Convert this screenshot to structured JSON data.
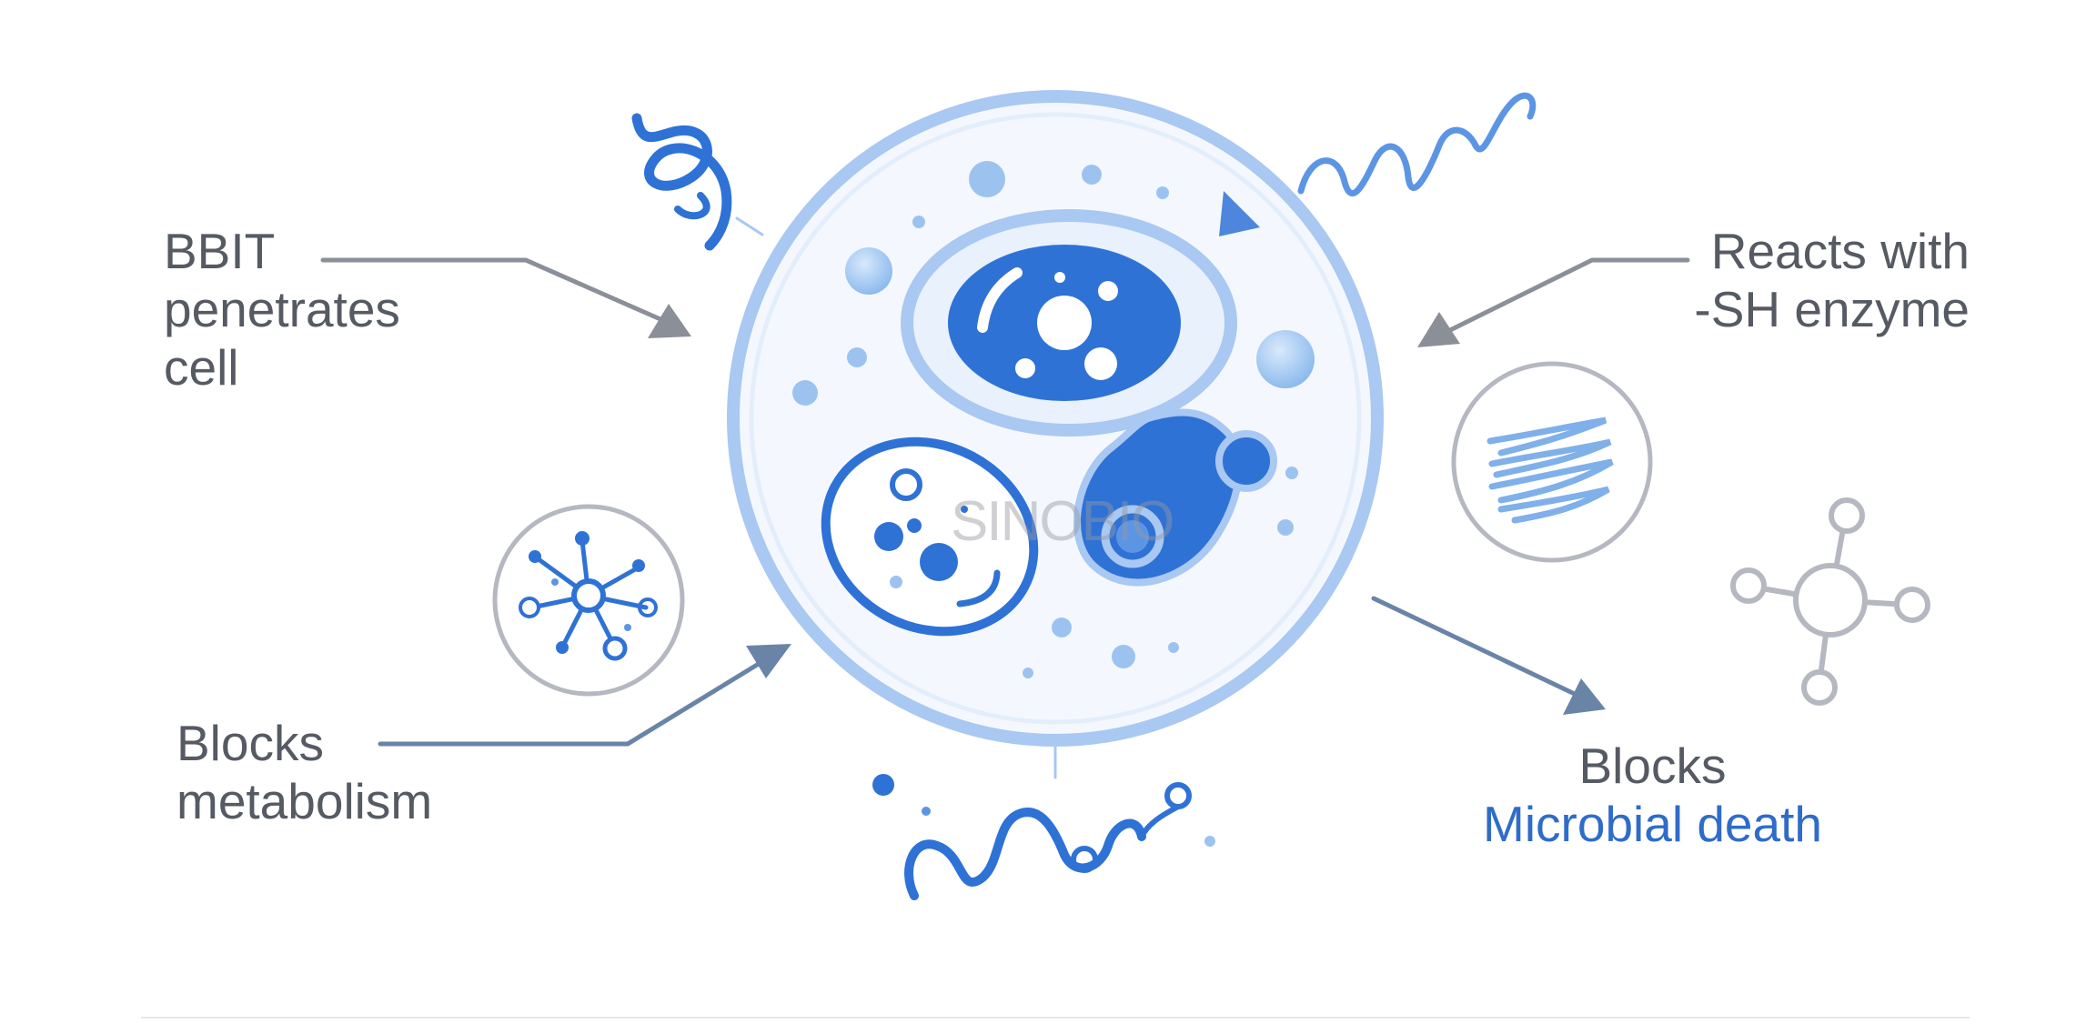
{
  "labels": {
    "penetrates": [
      "BBIT",
      "penetrates",
      "cell"
    ],
    "reacts": [
      "Reacts with",
      "-SH enzyme"
    ],
    "metabolism": [
      "Blocks",
      "metabolism"
    ],
    "death": [
      "Blocks",
      "Microbial death"
    ]
  },
  "watermark": "SINOBIO",
  "colors": {
    "text": "#555a63",
    "accent_text": "#2f6cc9",
    "arrow": "#8a8f98",
    "arrow_blue": "#6a84a8",
    "membrane": "#a9c8f2",
    "cytoplasm": "#f3f8fe",
    "organelle_dark": "#2f72d6",
    "organelle_light": "#9cc3f0"
  },
  "icons": [
    "dna-strand-icon",
    "molecule-network-icon",
    "fibre-bundle-icon",
    "molecule-node-icon"
  ]
}
